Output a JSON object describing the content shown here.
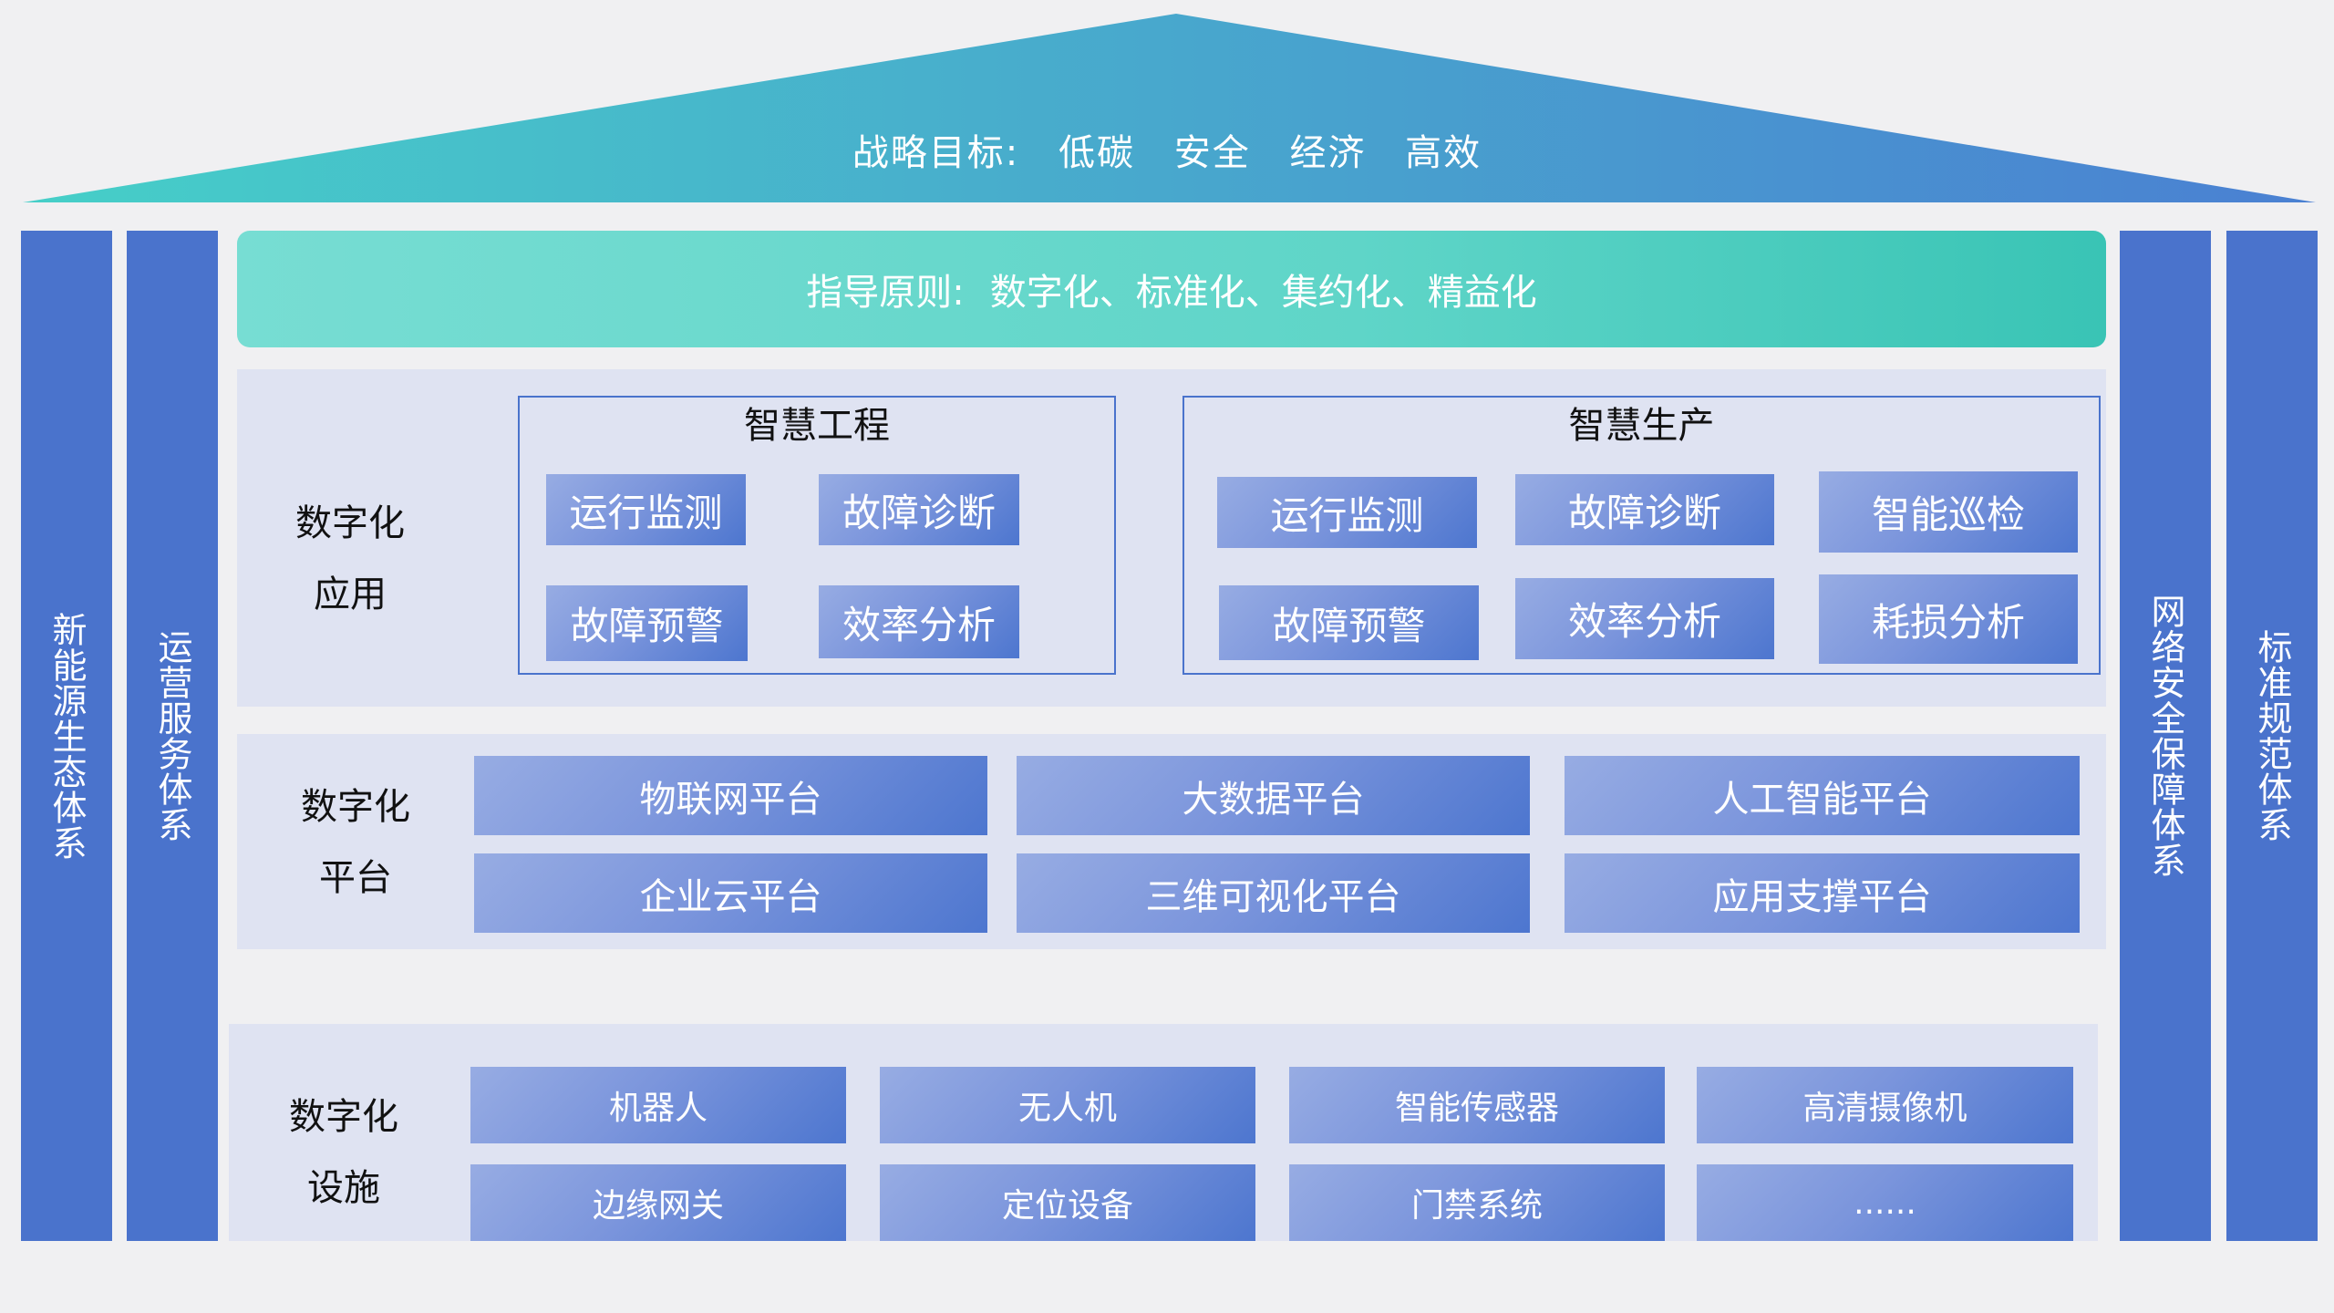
{
  "roof": {
    "label": "战略目标:",
    "goals": [
      "低碳",
      "安全",
      "经济",
      "高效"
    ],
    "colors": [
      "#46cfc8",
      "#4a80d2"
    ]
  },
  "principle": {
    "label": "指导原则:",
    "text": "数字化、标准化、集约化、精益化"
  },
  "pillars": {
    "left_outer": "新能源生态体系",
    "left_inner": "运营服务体系",
    "right_inner": "网络安全保障体系",
    "right_outer": "标准规范体系"
  },
  "application": {
    "label_line1": "数字化",
    "label_line2": "应用",
    "engineering": {
      "title": "智慧工程",
      "items": [
        "运行监测",
        "故障诊断",
        "故障预警",
        "效率分析"
      ]
    },
    "production": {
      "title": "智慧生产",
      "items": [
        "运行监测",
        "故障诊断",
        "智能巡检",
        "故障预警",
        "效率分析",
        "耗损分析"
      ]
    }
  },
  "platform": {
    "label_line1": "数字化",
    "label_line2": "平台",
    "items": [
      "物联网平台",
      "大数据平台",
      "人工智能平台",
      "企业云平台",
      "三维可视化平台",
      "应用支撑平台"
    ]
  },
  "facility": {
    "label_line1": "数字化",
    "label_line2": "设施",
    "items": [
      "机器人",
      "无人机",
      "智能传感器",
      "高清摄像机",
      "边缘网关",
      "定位设备",
      "门禁系统",
      "......"
    ]
  }
}
